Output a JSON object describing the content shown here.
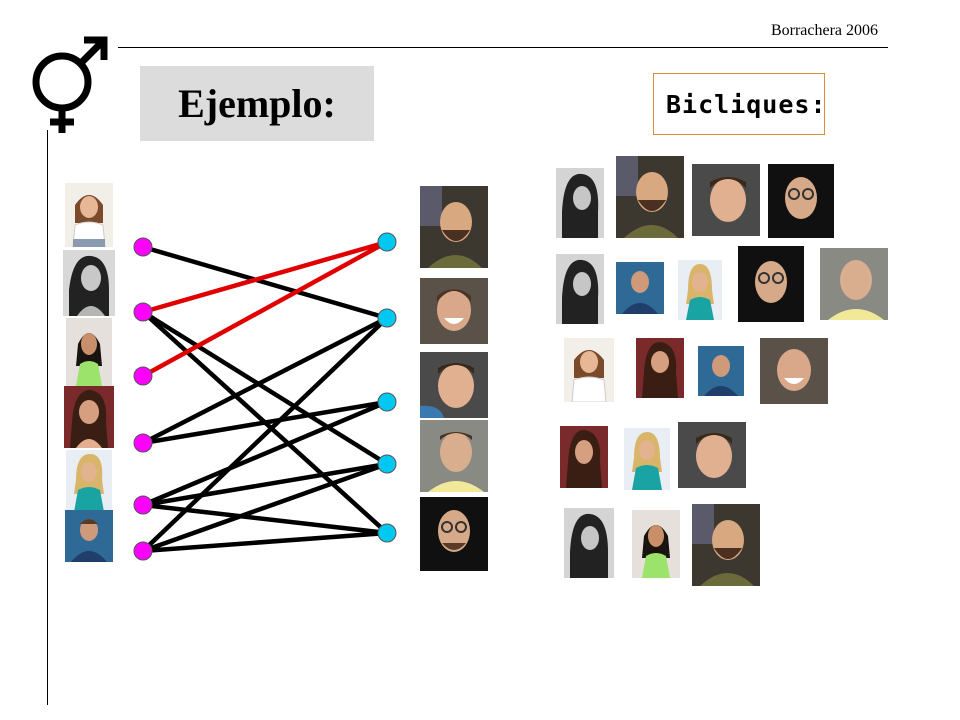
{
  "header": {
    "author_year": "Borrachera 2006"
  },
  "title": {
    "text": "Ejemplo:"
  },
  "bicliques_label": {
    "text": "Bicliques:"
  },
  "colors": {
    "left_node": "#ff00ff",
    "right_node": "#00c8f0",
    "edge_default": "#000000",
    "edge_highlight": "#e00000",
    "title_box_bg": "#dcdcdc",
    "bicliques_border": "#e08a3c"
  },
  "icons": {
    "gender_symbol": "venus-mars-icon"
  },
  "graph": {
    "left_nodes": [
      "L1",
      "L2",
      "L3",
      "L4",
      "L5",
      "L6"
    ],
    "right_nodes": [
      "R1",
      "R2",
      "R3",
      "R4",
      "R5"
    ],
    "edges": [
      {
        "from": 0,
        "to": 1,
        "highlight": false
      },
      {
        "from": 1,
        "to": 0,
        "highlight": true
      },
      {
        "from": 1,
        "to": 3,
        "highlight": false
      },
      {
        "from": 1,
        "to": 4,
        "highlight": false
      },
      {
        "from": 2,
        "to": 0,
        "highlight": true
      },
      {
        "from": 3,
        "to": 1,
        "highlight": false
      },
      {
        "from": 3,
        "to": 2,
        "highlight": false
      },
      {
        "from": 4,
        "to": 2,
        "highlight": false
      },
      {
        "from": 4,
        "to": 3,
        "highlight": false
      },
      {
        "from": 4,
        "to": 4,
        "highlight": false
      },
      {
        "from": 5,
        "to": 1,
        "highlight": false
      },
      {
        "from": 5,
        "to": 3,
        "highlight": false
      },
      {
        "from": 5,
        "to": 4,
        "highlight": false
      }
    ]
  },
  "bicliques": [
    {
      "members": [
        "woman-bw-portrait",
        "man-bald-portrait",
        "man-shorthair-portrait",
        "man-glasses-portrait"
      ]
    },
    {
      "members": [
        "woman-bw-portrait",
        "man-blue-portrait",
        "woman-teal-portrait",
        "man-glasses-portrait",
        "man-yellow-portrait"
      ]
    },
    {
      "members": [
        "woman-white-top-portrait",
        "woman-red-portrait",
        "man-blue-portrait",
        "man-smiling-portrait"
      ]
    },
    {
      "members": [
        "woman-red-portrait",
        "woman-teal-portrait",
        "man-shorthair-portrait"
      ]
    },
    {
      "members": [
        "woman-bw-portrait",
        "woman-green-portrait",
        "man-bald-portrait"
      ]
    }
  ]
}
